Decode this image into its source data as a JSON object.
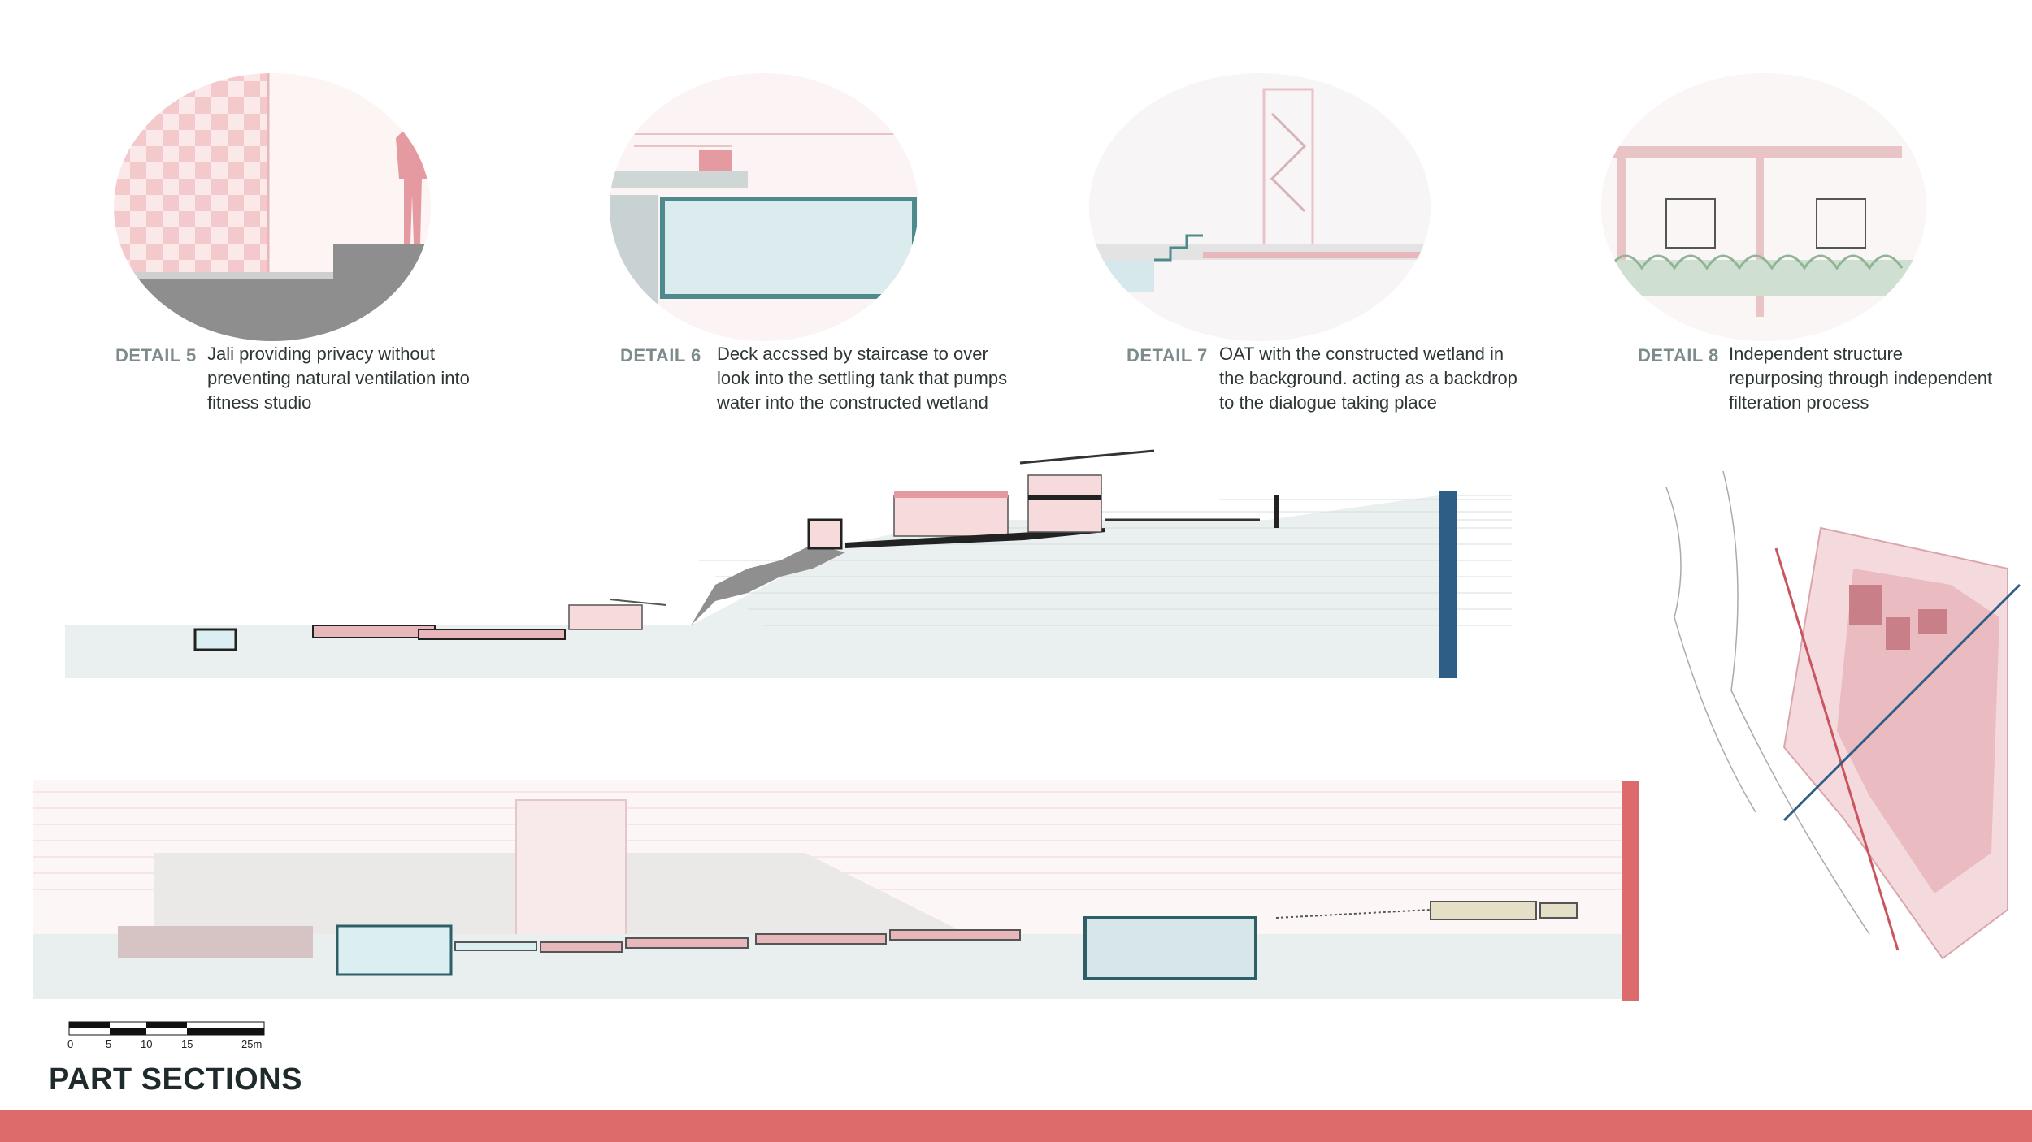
{
  "details": [
    {
      "label": "DETAIL 5",
      "text_lines": [
        "Jali providing privacy without",
        "preventing natural ventilation into",
        "fitness studio"
      ]
    },
    {
      "label": "DETAIL 6",
      "text_lines": [
        "Deck accssed by staircase to over",
        "look into the settling tank that pumps",
        "water into the constructed wetland"
      ]
    },
    {
      "label": "DETAIL 7",
      "text_lines": [
        "OAT with the constructed wetland in",
        "the background. acting as a backdrop",
        "to the dialogue taking place"
      ]
    },
    {
      "label": "DETAIL 8",
      "text_lines": [
        "Independent structure",
        "repurposing through independent",
        "filteration process"
      ]
    }
  ],
  "scale_bar": {
    "ticks": [
      "0",
      "5",
      "10",
      "15",
      "25m"
    ]
  },
  "title": "PART SECTIONS",
  "colors": {
    "accent_red": "#de6b6b",
    "section_blue": "#2e5d86",
    "text_dark": "#1f2a2c",
    "label_grey": "#7d8b8c",
    "ground": "#e9efee",
    "pink": "#e8b7bc"
  }
}
